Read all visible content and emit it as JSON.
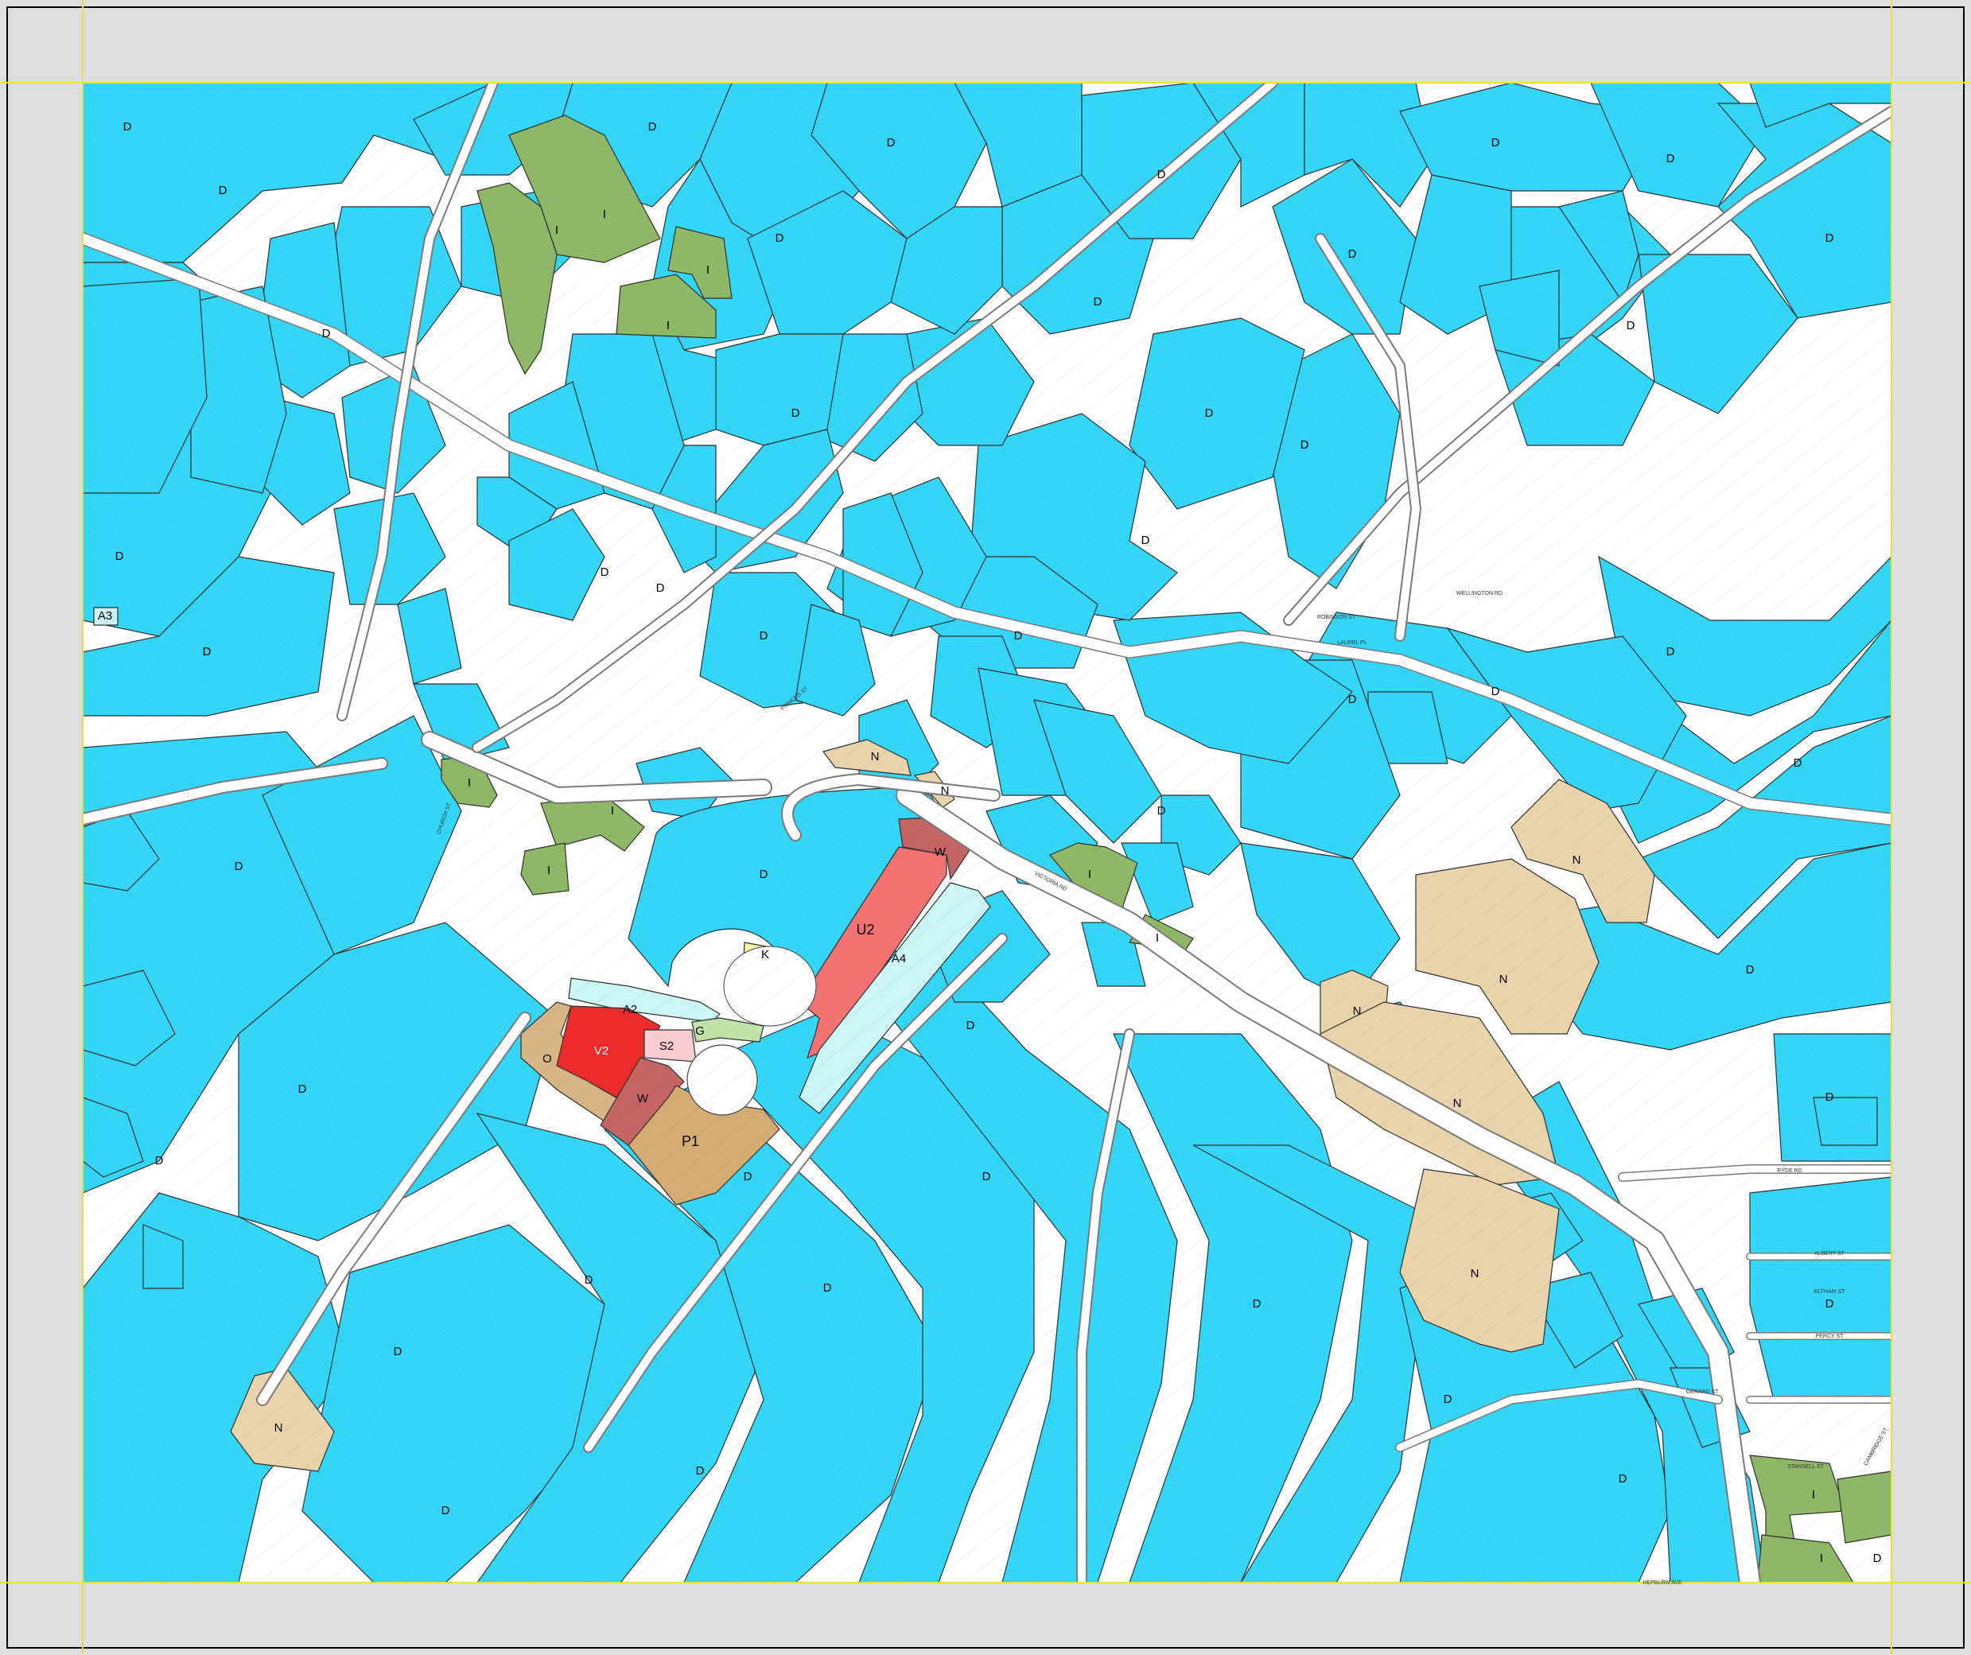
{
  "map": {
    "colors": {
      "outside": "#dedede",
      "background": "#ffffff",
      "zone_D": "#33d6f7",
      "zone_I": "#8fb866",
      "zone_N": "#e8d3ab",
      "zone_U2": "#f27372",
      "zone_V2": "#ed2b2b",
      "zone_W": "#c46465",
      "zone_S2": "#f7cdd1",
      "zone_P1": "#d3ab73",
      "zone_O": "#d8b585",
      "zone_A": "#ccf5f5",
      "zone_G": "#bfe3a9",
      "zone_K": "#f5f3a7",
      "frame": "#e8e23a",
      "road": "#ffffff"
    },
    "zone_labels": {
      "D": "D",
      "I": "I",
      "N": "N",
      "U2": "U2",
      "V2": "V2",
      "W": "W",
      "S2": "S2",
      "P1": "P1",
      "O": "O",
      "A2": "A2",
      "A3": "A3",
      "A4": "A4",
      "G": "G",
      "K": "K"
    },
    "street_names": {
      "robinson": "ROBINSON ST",
      "victoria": "VICTORIA RD",
      "ryde": "RYDE RD",
      "gerard": "GERARD ST",
      "hepburn": "HEPBURN AVE",
      "stansell": "STANSELL ST",
      "albert": "ALBERT ST",
      "percy": "PERCY ST",
      "eltham": "ELTHAM ST",
      "princes": "PRINCES ST",
      "church": "CHURCH ST",
      "wellington": "WELLINGTON RD",
      "laurel": "LAUREL PL",
      "cambridge": "CAMBRIDGE ST"
    }
  }
}
